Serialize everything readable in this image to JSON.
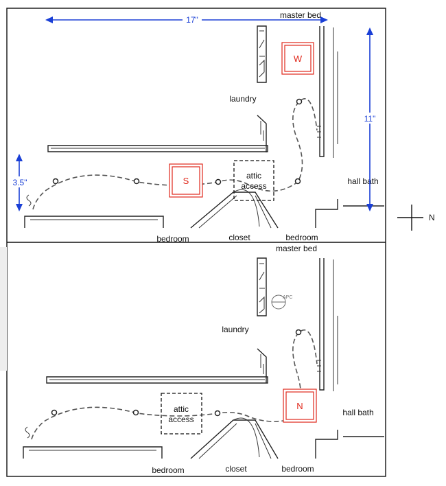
{
  "top_plan": {
    "rooms": {
      "master_bed": "master bed",
      "laundry": "laundry",
      "hall_bath": "hall bath",
      "bedroom_left": "bedroom",
      "closet": "closet",
      "bedroom_right": "bedroom",
      "attic_line1": "attic",
      "attic_line2": "access"
    },
    "dimensions": {
      "width": "17\"",
      "height": "11\"",
      "left_offset": "3.5\""
    },
    "markers": {
      "w": "W",
      "s": "S"
    }
  },
  "bottom_plan": {
    "rooms": {
      "master_bed": "master bed",
      "laundry": "laundry",
      "hall_bath": "hall bath",
      "bedroom_left": "bedroom",
      "closet": "closet",
      "bedroom_right": "bedroom",
      "attic_line1": "attic",
      "attic_line2": "access"
    },
    "markers": {
      "n": "N"
    },
    "apc_label": "APC"
  },
  "compass": {
    "label": "N"
  },
  "colors": {
    "dimension": "#1a3fd6",
    "marker": "#e0271a",
    "border": "#111111"
  }
}
